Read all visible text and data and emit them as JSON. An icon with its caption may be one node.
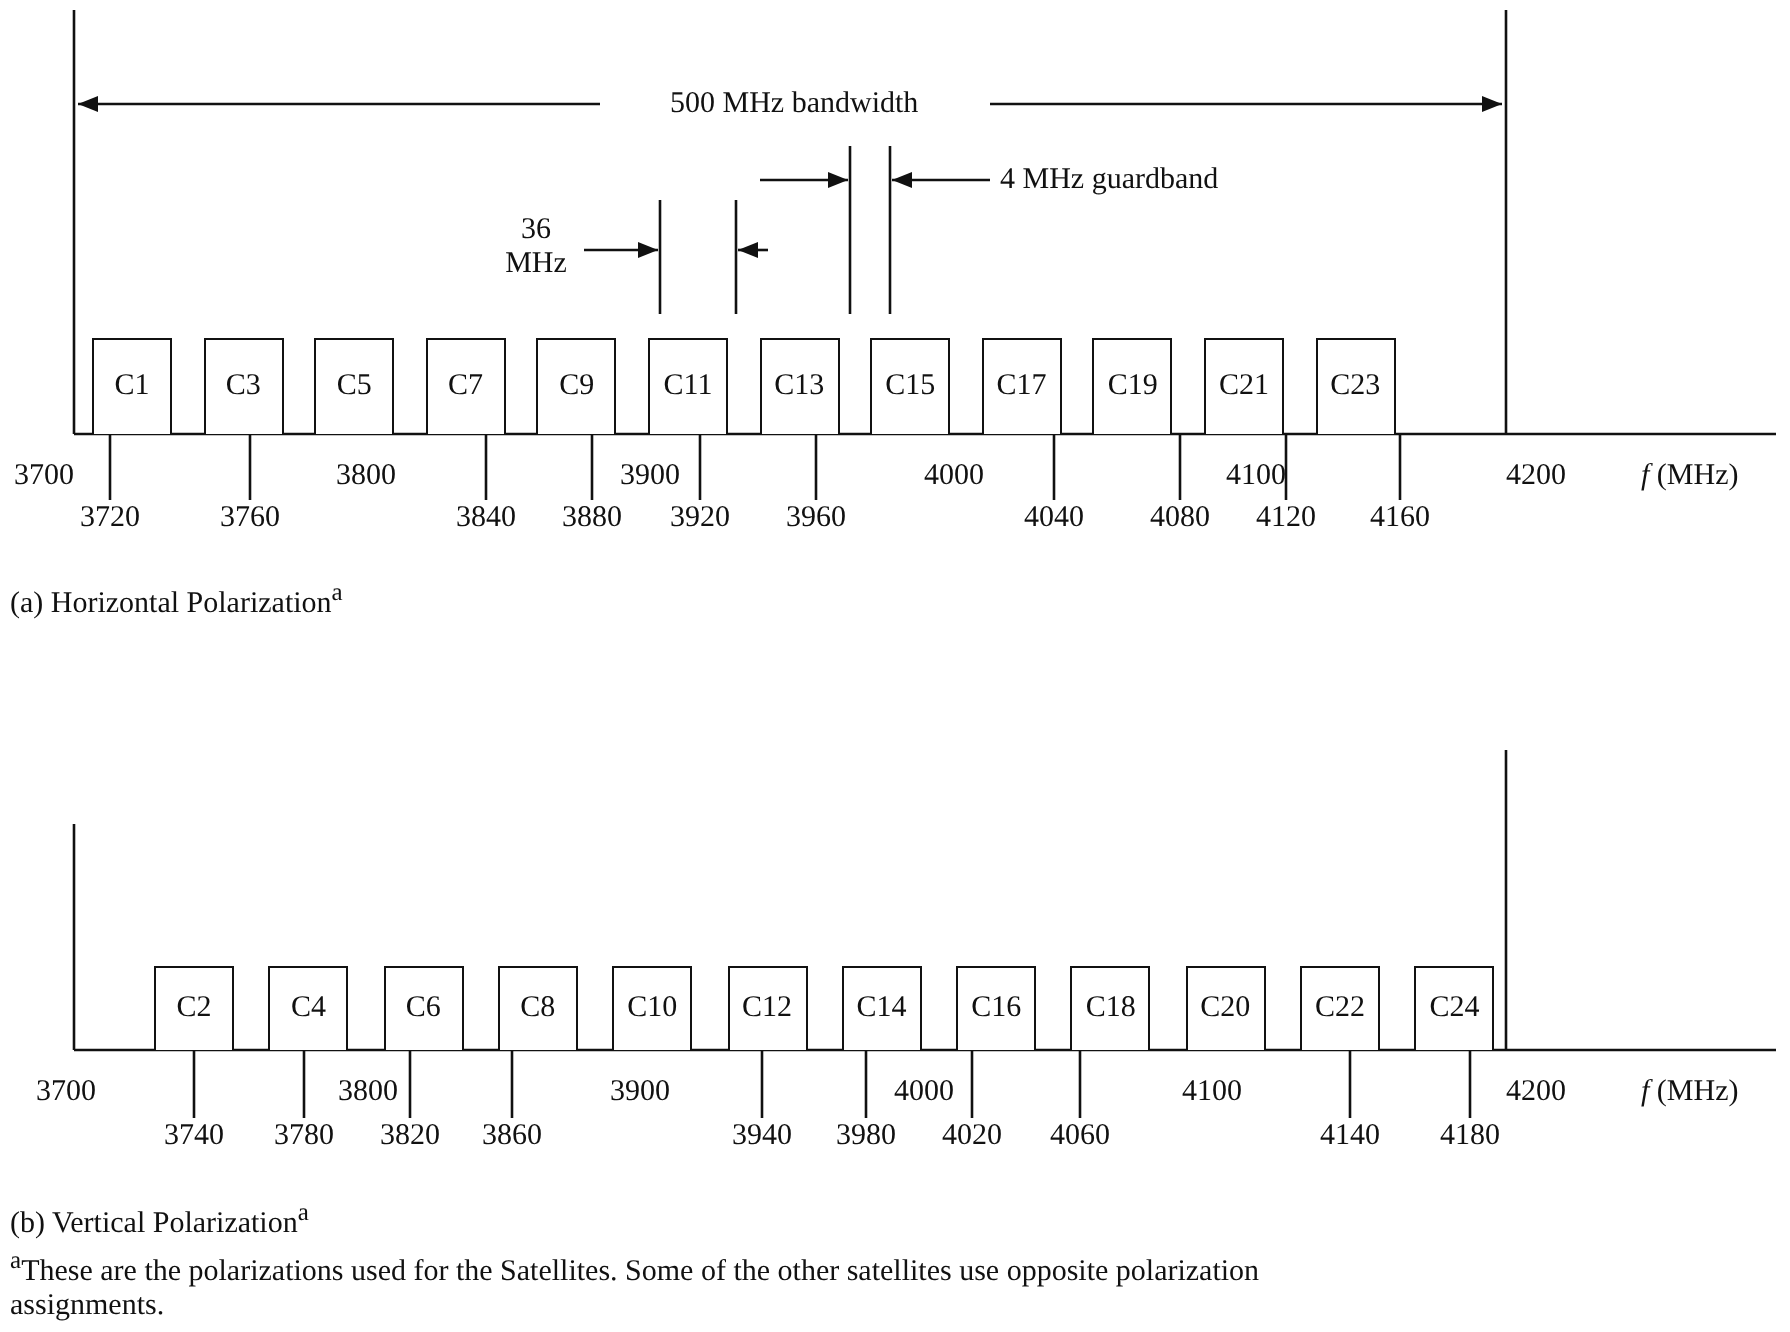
{
  "diagram": {
    "nodes": [
      {
        "text": [
          "C1"
        ]
      },
      {
        "text": [
          "C3"
        ]
      },
      {
        "text": [
          "C5"
        ]
      },
      {
        "text": [
          "C7"
        ]
      },
      {
        "text": [
          "C9"
        ]
      },
      {
        "text": [
          "C11"
        ]
      },
      {
        "text": [
          "C13"
        ]
      },
      {
        "text": [
          "C15"
        ]
      },
      {
        "text": [
          "C17"
        ]
      },
      {
        "text": [
          "C19"
        ]
      },
      {
        "text": [
          "C21"
        ]
      },
      {
        "text": [
          "C23"
        ]
      },
      {
        "text": [
          "C2"
        ]
      },
      {
        "text": [
          "C4"
        ]
      },
      {
        "text": [
          "C6"
        ]
      },
      {
        "text": [
          "C8"
        ]
      },
      {
        "text": [
          "C10"
        ]
      },
      {
        "text": [
          "C12"
        ]
      },
      {
        "text": [
          "C14"
        ]
      },
      {
        "text": [
          "C16"
        ]
      },
      {
        "text": [
          "C18"
        ]
      },
      {
        "text": [
          "C20"
        ]
      },
      {
        "text": [
          "C22"
        ]
      },
      {
        "text": [
          "C24"
        ]
      }
    ],
    "labels": [
      "500 MHz bandwidth",
      "36 MHz",
      "4 MHz guardband",
      "3700",
      "3800",
      "3900",
      "4000",
      "4100",
      "4200",
      "*f* (MHz)",
      "3720",
      "3760",
      "3840",
      "3880",
      "3920",
      "3960",
      "4040",
      "4080",
      "4120",
      "4160",
      "(a) Horizontal Polarization$^{a}$",
      "3700",
      "3800",
      "3900",
      "4000",
      "4100",
      "4200",
      "*f* (MHz)",
      "3740",
      "3780",
      "3820",
      "3860",
      "3940",
      "3980",
      "4020",
      "4060",
      "4140",
      "4180",
      "(b) Vertical Polarization$^{a}$",
      "$^{a}$These are the polarizations used for the Satellites. Some of the other satellites use opposite polarization assignments."
    ]
  }
}
